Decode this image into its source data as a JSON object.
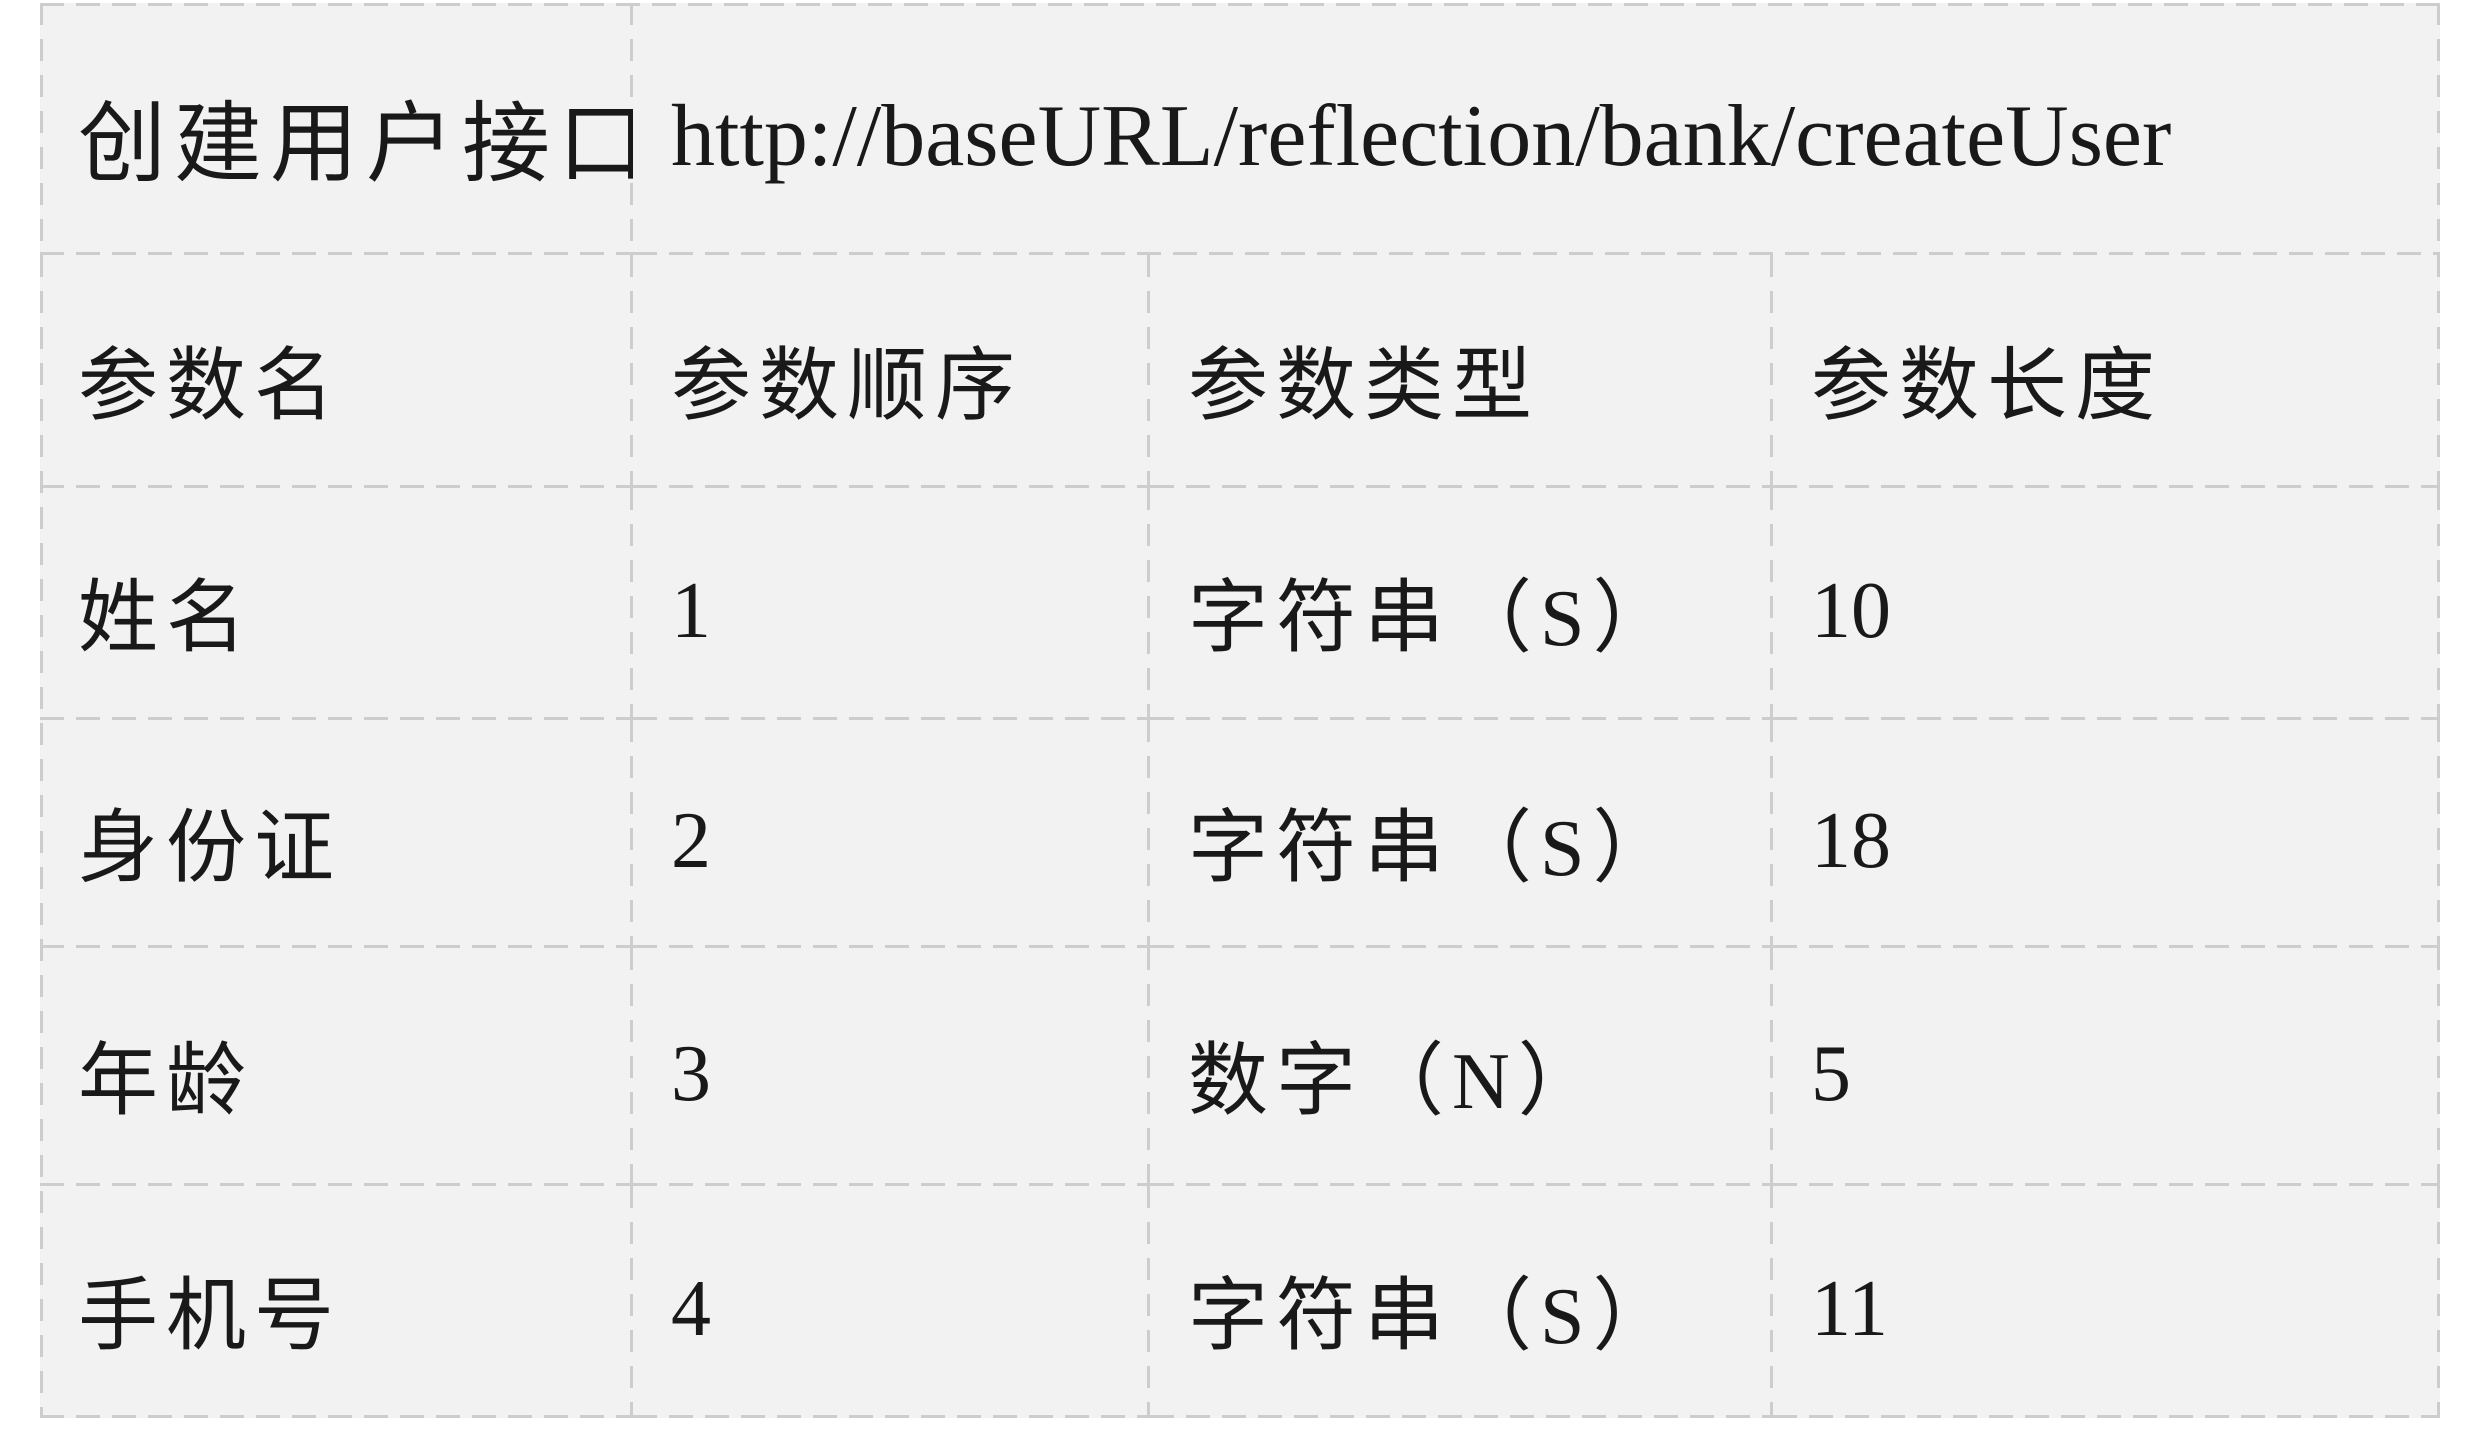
{
  "table": {
    "api_row": {
      "label": "创建用户接口",
      "url": "http://baseURL/reflection/bank/createUser"
    },
    "columns": [
      "参数名",
      "参数顺序",
      "参数类型",
      "参数长度"
    ],
    "rows": [
      {
        "name": "姓名",
        "order": "1",
        "type": "字符串（S）",
        "length": "10"
      },
      {
        "name": "身份证",
        "order": "2",
        "type": "字符串（S）",
        "length": "18"
      },
      {
        "name": "年龄",
        "order": "3",
        "type": "数字（N）",
        "length": "5"
      },
      {
        "name": "手机号",
        "order": "4",
        "type": "字符串（S）",
        "length": "11"
      }
    ],
    "colors": {
      "page_bg": "#ffffff",
      "cell_bg": "#f2f2f2",
      "border": "#cdcdcd",
      "text": "#191919"
    }
  }
}
